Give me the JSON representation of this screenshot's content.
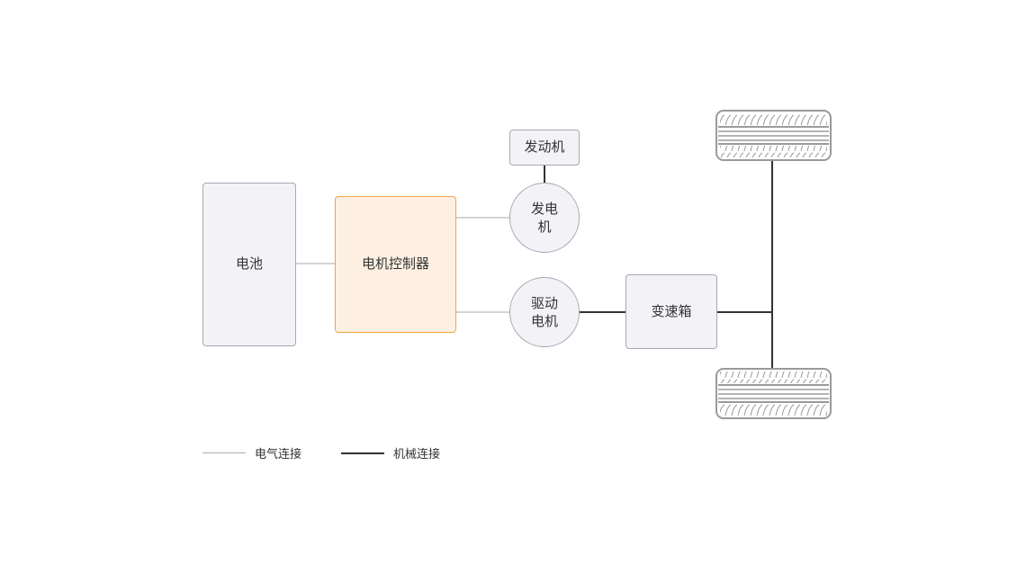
{
  "diagram": {
    "nodes": {
      "battery": "电池",
      "motor_controller": "电机控制器",
      "engine": "发动机",
      "generator": "发电机",
      "drive_motor": "驱动电机",
      "gearbox": "变速箱"
    },
    "legend": {
      "electrical": "电气连接",
      "mechanical": "机械连接"
    },
    "colors": {
      "node_fill": "#f3f3f7",
      "node_border": "#a7a7b4",
      "highlight_fill": "#fdf0e2",
      "highlight_border": "#f0a34a",
      "electrical_line": "#a9a9b2",
      "mechanical_line": "#333333"
    }
  }
}
